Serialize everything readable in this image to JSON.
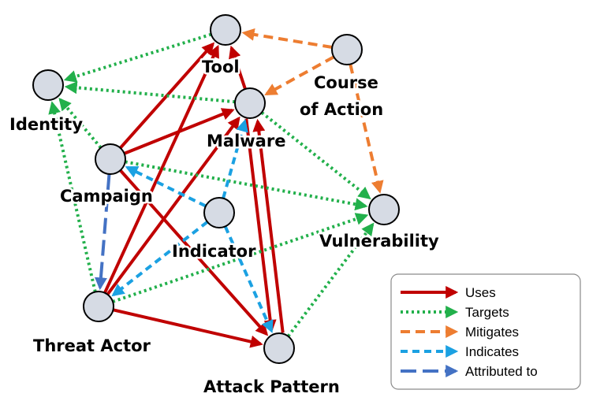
{
  "nodes": {
    "tool": {
      "label": "Tool"
    },
    "course_of_action": {
      "label_line1": "Course",
      "label_line2": "of Action"
    },
    "identity": {
      "label": "Identity"
    },
    "malware": {
      "label": "Malware"
    },
    "campaign": {
      "label": "Campaign"
    },
    "indicator": {
      "label": "Indicator"
    },
    "vulnerability": {
      "label": "Vulnerability"
    },
    "threat_actor": {
      "label": "Threat Actor"
    },
    "attack_pattern": {
      "label": "Attack Pattern"
    }
  },
  "relationship_types": {
    "uses": {
      "label": "Uses",
      "color": "#c00000",
      "style": "solid"
    },
    "targets": {
      "label": "Targets",
      "color": "#22b04b",
      "style": "dotted"
    },
    "mitigates": {
      "label": "Mitigates",
      "color": "#ed7d31",
      "style": "dashed"
    },
    "indicates": {
      "label": "Indicates",
      "color": "#1ba1e2",
      "style": "dashed"
    },
    "attributed_to": {
      "label": "Attributed to",
      "color": "#4472c4",
      "style": "long-dashed"
    }
  },
  "edges": [
    {
      "type": "uses",
      "from": "campaign",
      "to": "tool"
    },
    {
      "type": "uses",
      "from": "campaign",
      "to": "malware"
    },
    {
      "type": "uses",
      "from": "campaign",
      "to": "attack_pattern"
    },
    {
      "type": "uses",
      "from": "threat_actor",
      "to": "tool"
    },
    {
      "type": "uses",
      "from": "threat_actor",
      "to": "malware"
    },
    {
      "type": "uses",
      "from": "threat_actor",
      "to": "attack_pattern"
    },
    {
      "type": "uses",
      "from": "malware",
      "to": "tool"
    },
    {
      "type": "uses",
      "from": "malware",
      "to": "attack_pattern"
    },
    {
      "type": "uses",
      "from": "attack_pattern",
      "to": "malware"
    },
    {
      "type": "targets",
      "from": "tool",
      "to": "identity"
    },
    {
      "type": "targets",
      "from": "malware",
      "to": "identity"
    },
    {
      "type": "targets",
      "from": "campaign",
      "to": "identity"
    },
    {
      "type": "targets",
      "from": "threat_actor",
      "to": "identity"
    },
    {
      "type": "targets",
      "from": "malware",
      "to": "vulnerability"
    },
    {
      "type": "targets",
      "from": "campaign",
      "to": "vulnerability"
    },
    {
      "type": "targets",
      "from": "threat_actor",
      "to": "vulnerability"
    },
    {
      "type": "targets",
      "from": "attack_pattern",
      "to": "vulnerability"
    },
    {
      "type": "mitigates",
      "from": "course_of_action",
      "to": "tool"
    },
    {
      "type": "mitigates",
      "from": "course_of_action",
      "to": "malware"
    },
    {
      "type": "mitigates",
      "from": "course_of_action",
      "to": "vulnerability"
    },
    {
      "type": "indicates",
      "from": "indicator",
      "to": "campaign"
    },
    {
      "type": "indicates",
      "from": "indicator",
      "to": "malware"
    },
    {
      "type": "indicates",
      "from": "indicator",
      "to": "threat_actor"
    },
    {
      "type": "indicates",
      "from": "indicator",
      "to": "attack_pattern"
    },
    {
      "type": "attributed_to",
      "from": "campaign",
      "to": "threat_actor"
    }
  ]
}
